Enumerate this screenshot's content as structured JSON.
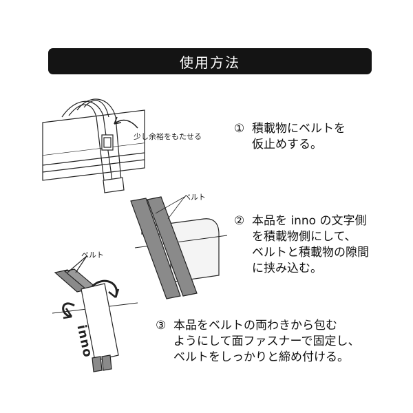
{
  "header": {
    "title": "使用方法"
  },
  "steps": [
    {
      "number": "①",
      "lines": [
        "積載物にベルトを",
        "仮止めする。"
      ]
    },
    {
      "number": "②",
      "lines": [
        "本品を inno の文字側",
        "を積載物側にして、",
        "ベルトと積載物の隙間",
        "に挟み込む。"
      ]
    },
    {
      "number": "③",
      "lines": [
        "本品をベルトの両わきから包む",
        "ようにして面ファスナーで固定し、",
        "ベルトをしっかりと締め付ける。"
      ]
    }
  ],
  "illustration_labels": {
    "slack_note": "少し余裕をもたせる",
    "belt_label_1": "ベルト",
    "belt_label_2": "ベルト",
    "brand_text": "inno"
  },
  "colors": {
    "title_bg": "#141414",
    "title_text": "#ffffff",
    "belt_gray": "#8a8a8a",
    "outline": "#222222"
  }
}
